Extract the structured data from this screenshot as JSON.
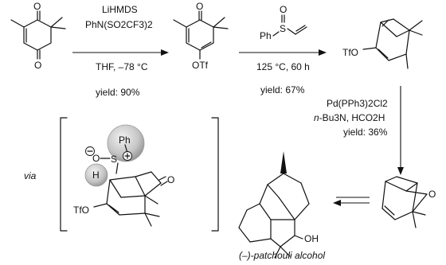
{
  "step1": {
    "reagent_line1": "LiHMDS",
    "reagent_line2": "PhN(SO2CF3)2",
    "conditions": "THF, –78 °C",
    "yield": "yield: 90%"
  },
  "step2": {
    "reagent_ph": "Ph",
    "reagent_s": "S",
    "reagent_o": "O",
    "conditions": "125 °C, 60 h",
    "yield": "yield: 67%"
  },
  "step3": {
    "catalyst": "Pd(PPh3)2Cl2",
    "base_prefix": "n",
    "base_rest": "-Bu3N, HCO2H",
    "yield": "yield: 36%"
  },
  "labels": {
    "o_top_1": "O",
    "o_bottom_1": "O",
    "o_top_2": "O",
    "otf_2": "OTf",
    "tfo_3": "TfO",
    "o_5": "O",
    "oh_6": "OH",
    "via": "via",
    "ts_ph": "Ph",
    "ts_o": "O",
    "ts_s": "S",
    "ts_h": "H",
    "ts_o_ketone": "O",
    "ts_tfo": "TfO",
    "product_name": "(–)-patchouli alcohol"
  }
}
